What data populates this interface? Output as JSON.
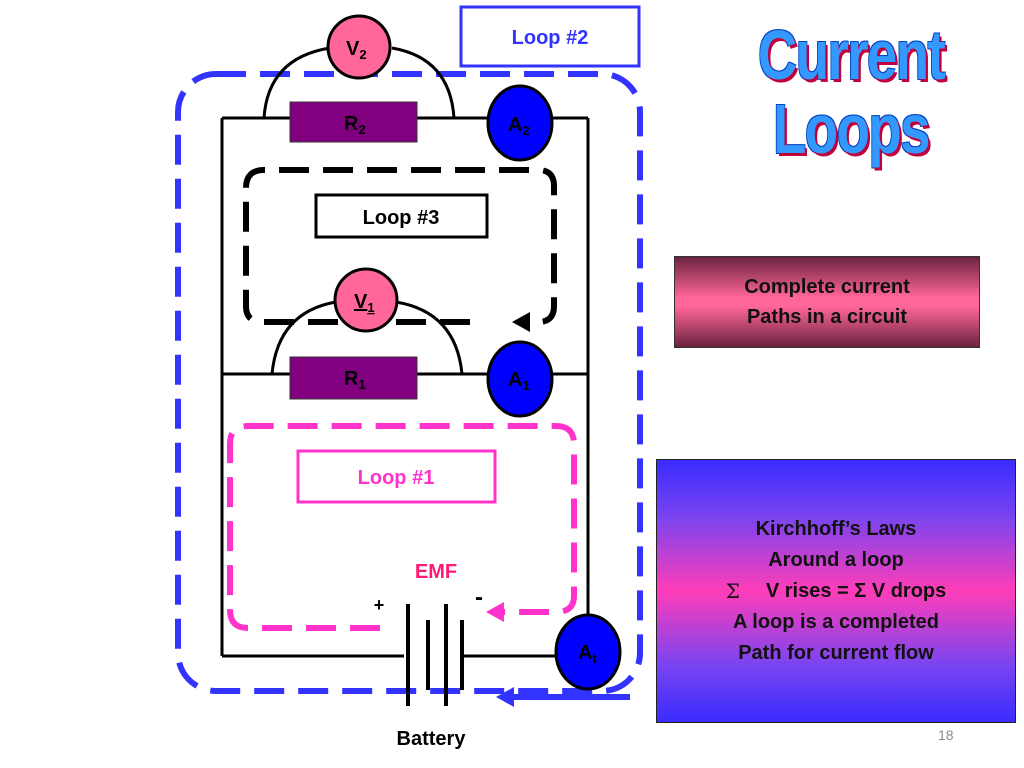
{
  "title": {
    "line1": "Current",
    "line2": "Loops"
  },
  "loops": {
    "loop1": "Loop #1",
    "loop2": "Loop #2",
    "loop3": "Loop #3"
  },
  "meters": {
    "v2": {
      "main": "V",
      "sub": "2"
    },
    "v1": {
      "main": "V",
      "sub": "1"
    },
    "a2": {
      "main": "A",
      "sub": "2"
    },
    "a1": {
      "main": "A",
      "sub": "1"
    },
    "at": {
      "main": "A",
      "sub": "t"
    }
  },
  "resistors": {
    "r2": {
      "main": "R",
      "sub": "2"
    },
    "r1": {
      "main": "R",
      "sub": "1"
    }
  },
  "battery": {
    "label": "Battery",
    "emf": "EMF",
    "plus": "+",
    "minus": "-"
  },
  "complete_box": {
    "line1": "Complete current",
    "line2": "Paths in a circuit"
  },
  "kirchhoff_box": {
    "line1": "Kirchhoff’s Laws",
    "line2": "Around a loop",
    "sigma": "Σ",
    "line3": "V rises = Σ V drops",
    "line4": "A loop is a completed",
    "line5": "Path for current flow"
  },
  "page_number": "18",
  "colors": {
    "loop2_blue": "#3333ff",
    "loop1_pink": "#ff33cc",
    "voltmeter_fill": "#ff6699",
    "ammeter_fill": "#0000ff",
    "resistor_fill": "#800080"
  }
}
